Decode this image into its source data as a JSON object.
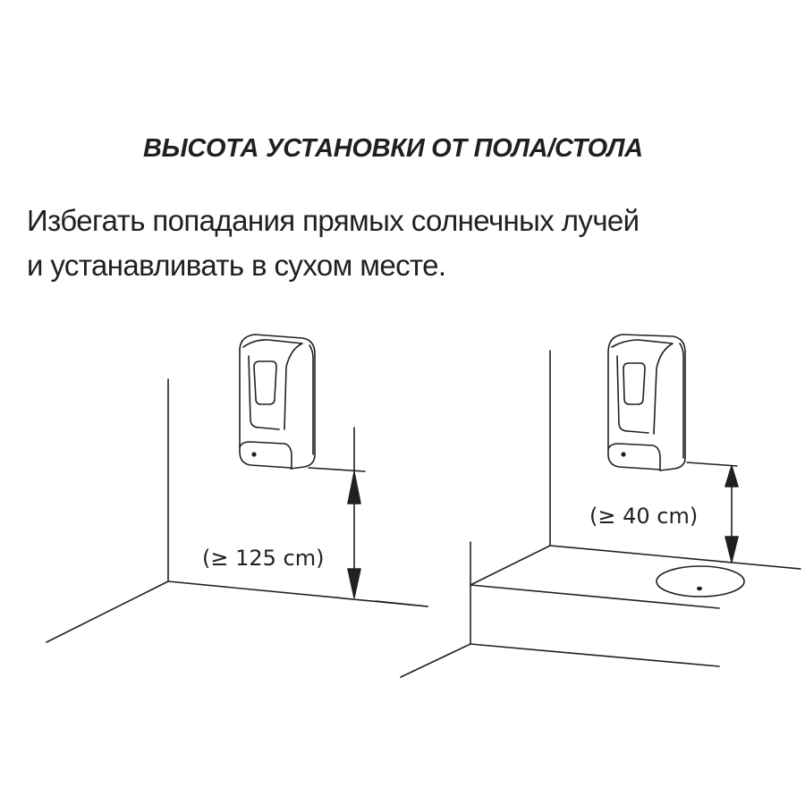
{
  "heading": {
    "title": "ВЫСОТА УСТАНОВКИ ОТ ПОЛА/СТОЛА"
  },
  "instructions": {
    "line1": "Избегать попадания прямых солнечных лучей",
    "line2": "и устанавливать в сухом месте."
  },
  "diagrams": {
    "floor": {
      "label": "(≥ 125 cm)",
      "surface": "floor"
    },
    "table": {
      "label": "(≥ 40 cm)",
      "surface": "table"
    }
  },
  "colors": {
    "line": "#231f20",
    "background": "#ffffff"
  }
}
